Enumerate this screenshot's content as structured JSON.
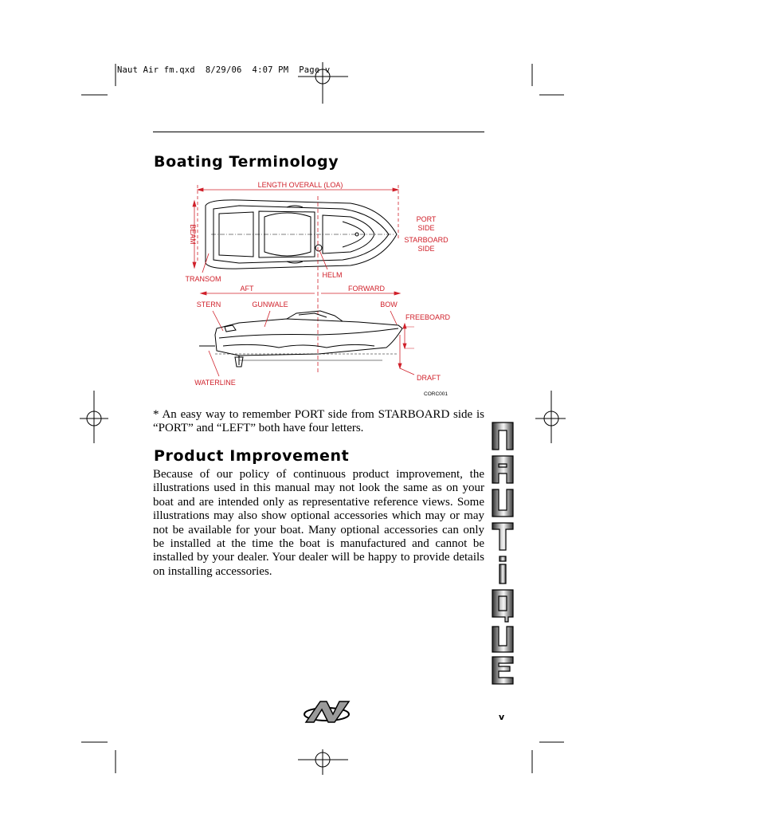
{
  "slug": "Naut Air fm.qxd  8/29/06  4:07 PM  Page v",
  "section1": {
    "title": "Boating Terminology"
  },
  "diagram": {
    "labels": {
      "loa": "LENGTH OVERALL (LOA)",
      "beam": "BEAM",
      "port_1": "PORT",
      "port_2": "SIDE",
      "starboard_1": "STARBOARD",
      "starboard_2": "SIDE",
      "transom": "TRANSOM",
      "helm": "HELM",
      "aft": "AFT",
      "forward": "FORWARD",
      "stern": "STERN",
      "gunwale": "GUNWALE",
      "bow": "BOW",
      "freeboard": "FREEBOARD",
      "draft": "DRAFT",
      "waterline": "WATERLINE",
      "code": "CORC001"
    }
  },
  "note": "* An easy way to remember PORT side from STARBOARD side is “PORT” and “LEFT” both have four letters.",
  "section2": {
    "title": "Product Improvement",
    "body": "Because of our policy of continuous product improvement, the illustrations used in this manual may not look the same as on your boat and are intended only as representative reference views. Some illustrations may also show optional accessories which may or may not be available for your boat. Many optional accessories can only be installed at the time the boat is manufactured and cannot be installed by your dealer. Your dealer will be happy to provide details on installing accessories."
  },
  "brand_word": "NAUTIQUE",
  "page_number": "v"
}
